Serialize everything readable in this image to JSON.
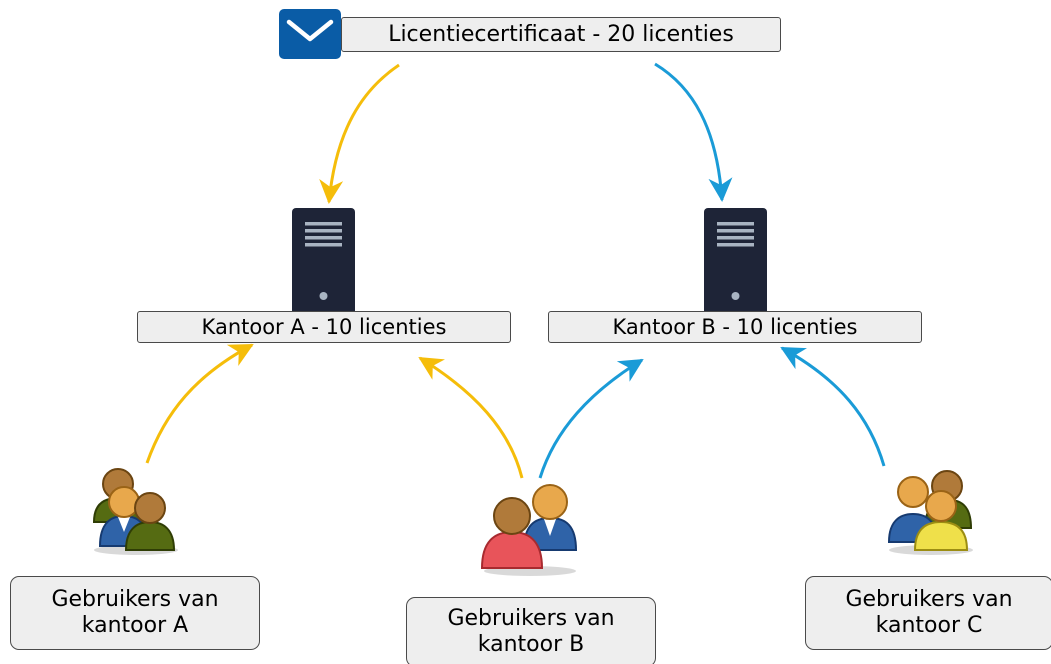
{
  "certificate": {
    "label": "Licentiecertificaat - 20 licenties",
    "icon": "envelope-icon",
    "icon_color": "#0a5ca6"
  },
  "offices": [
    {
      "label": "Kantoor A - 10 licenties",
      "icon": "server-icon"
    },
    {
      "label": "Kantoor B - 10 licenties",
      "icon": "server-icon"
    }
  ],
  "user_groups": [
    {
      "line1": "Gebruikers van",
      "line2": "kantoor A",
      "icon": "users-group-icon",
      "accent_color": "#556b12"
    },
    {
      "line1": "Gebruikers van",
      "line2": "kantoor B",
      "icon": "users-group-icon",
      "accent_color": "#e8545a"
    },
    {
      "line1": "Gebruikers van",
      "line2": "kantoor C",
      "icon": "users-group-icon",
      "accent_color": "#efe04a"
    }
  ],
  "colors": {
    "arrow_a": "#f5bd0a",
    "arrow_b": "#1a9bd7",
    "box_fill": "#eeeeee",
    "server": "#1e2437"
  }
}
